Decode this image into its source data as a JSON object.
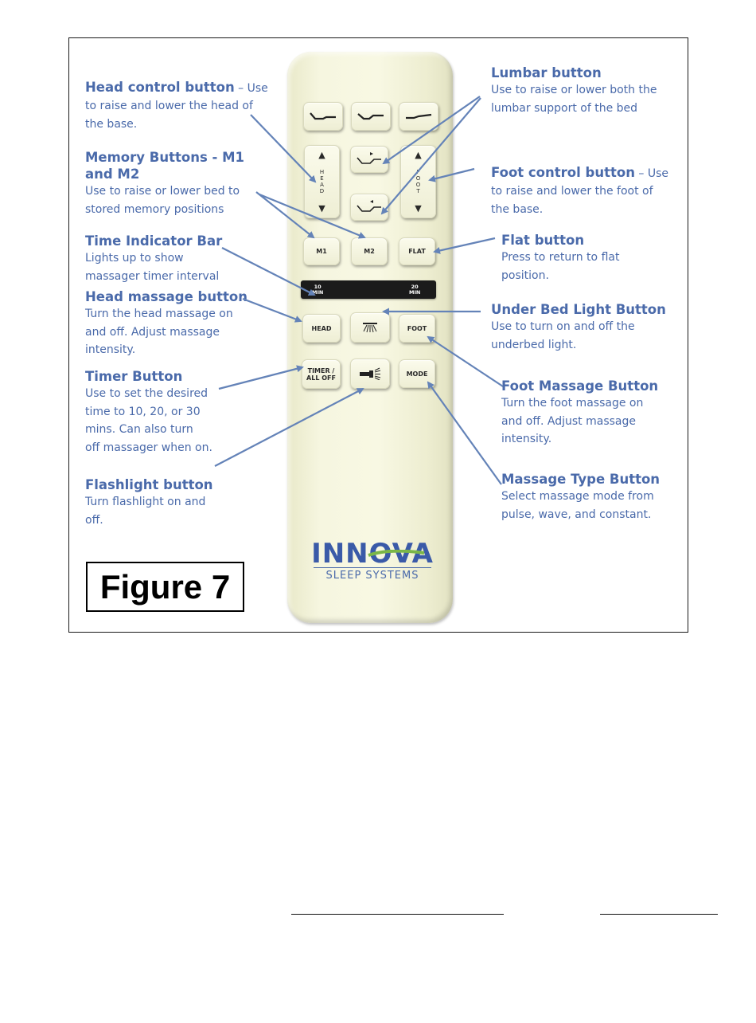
{
  "figure_label": "Figure 7",
  "remote": {
    "buttons": {
      "m1": "M1",
      "m2": "M2",
      "flat": "FLAT",
      "head": "HEAD",
      "foot": "FOOT",
      "timer_line1": "TIMER /",
      "timer_line2": "ALL OFF",
      "mode": "MODE"
    },
    "head_rocker_letters": [
      "H",
      "E",
      "A",
      "D"
    ],
    "foot_rocker_letters": [
      "F",
      "O",
      "O",
      "T"
    ],
    "timebar": {
      "left_num": "10",
      "left_unit": "MIN",
      "right_num": "20",
      "right_unit": "MIN"
    },
    "brand": {
      "name": "INNOVA",
      "subtitle": "SLEEP SYSTEMS"
    }
  },
  "labels": {
    "head_control": {
      "title": "Head control button",
      "suffix": " – Use",
      "lines": [
        "to raise and lower the head of",
        "the base."
      ]
    },
    "memory": {
      "title_lines": [
        "Memory Buttons -  M1",
        "and M2"
      ],
      "lines": [
        "Use to raise or lower bed to",
        "stored memory positions"
      ]
    },
    "time_indicator": {
      "title": "Time Indicator Bar",
      "lines": [
        "Lights up to show",
        "massager timer interval"
      ]
    },
    "head_massage": {
      "title": "Head massage button",
      "lines": [
        "Turn the head massage on",
        "and off.  Adjust massage",
        "intensity."
      ]
    },
    "timer": {
      "title": "Timer Button",
      "lines": [
        "Use to set the desired",
        "time to 10, 20, or 30",
        "mins.  Can also turn",
        "off massager when on."
      ]
    },
    "flashlight": {
      "title": "Flashlight button",
      "lines": [
        "Turn flashlight on and",
        "off."
      ]
    },
    "lumbar": {
      "title": "Lumbar button",
      "lines": [
        "Use to raise or lower both the",
        "lumbar support of the bed"
      ]
    },
    "foot_control": {
      "title": "Foot control button",
      "suffix": " – Use",
      "lines": [
        "to raise and lower the foot of",
        "the base."
      ]
    },
    "flat": {
      "title": "Flat button",
      "lines": [
        "Press to return to flat",
        "position."
      ]
    },
    "under_bed_light": {
      "title": "Under Bed Light Button",
      "lines": [
        "Use to turn on and off the",
        "underbed light."
      ]
    },
    "foot_massage": {
      "title": "Foot Massage Button",
      "lines": [
        "Turn the foot massage on",
        "and off.  Adjust massage",
        "intensity."
      ]
    },
    "massage_type": {
      "title": "Massage Type Button",
      "lines": [
        "Select massage mode from",
        "pulse, wave, and constant."
      ]
    }
  },
  "colors": {
    "label_blue": "#4a6aaa",
    "arrow_blue": "#6483b8",
    "remote_body": "#f6f6e0"
  }
}
